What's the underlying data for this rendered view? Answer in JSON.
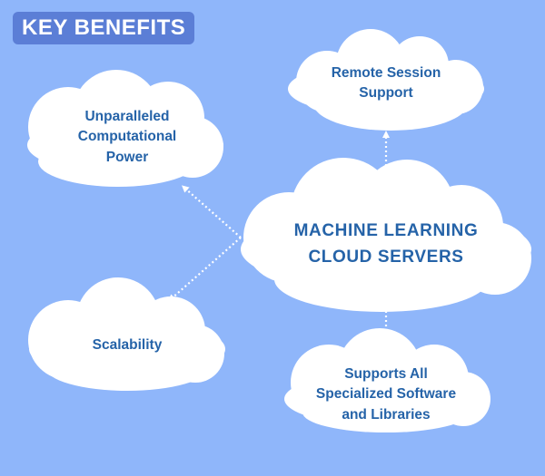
{
  "badge": {
    "text": "KEY BENEFITS"
  },
  "center": {
    "label": "MACHINE LEARNING\nCLOUD SERVERS"
  },
  "benefits": [
    {
      "label": "Remote Session\nSupport"
    },
    {
      "label": "Unparalleled\nComputational\nPower"
    },
    {
      "label": "Scalability"
    },
    {
      "label": "Supports All\nSpecialized Software\nand Libraries"
    }
  ],
  "colors": {
    "background": "#8fb6fa",
    "badge": "#5b7ed6",
    "cloud": "#ffffff",
    "text": "#2563a8"
  }
}
